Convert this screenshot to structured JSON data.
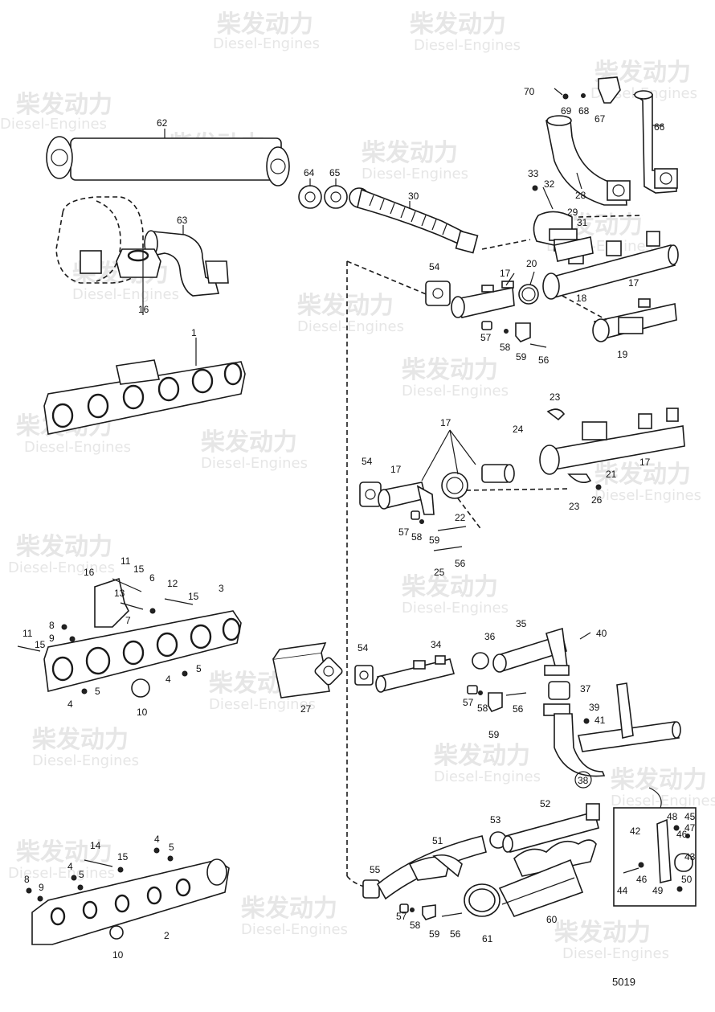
{
  "watermark": {
    "cn": "柴发动力",
    "en": "Diesel-Engines"
  },
  "reference_number": "5019",
  "callouts": {
    "c62": "62",
    "c63": "63",
    "c64": "64",
    "c65": "65",
    "c30": "30",
    "c70": "70",
    "c69": "69",
    "c68": "68",
    "c67": "67",
    "c66": "66",
    "c33": "33",
    "c32": "32",
    "c28": "28",
    "c29": "29",
    "c31": "31",
    "c16a": "16",
    "c1": "1",
    "c54a": "54",
    "c17a": "17",
    "c20": "20",
    "c18": "18",
    "c17b": "17",
    "c57a": "57",
    "c58a": "58",
    "c59a": "59",
    "c56a": "56",
    "c19": "19",
    "c23a": "23",
    "c17c": "17",
    "c24": "24",
    "c54b": "54",
    "c17d": "17",
    "c21": "21",
    "c17e": "17",
    "c22": "22",
    "c23b": "23",
    "c26": "26",
    "c57b": "57",
    "c58b": "58",
    "c59b": "59",
    "c25": "25",
    "c56b": "56",
    "c11a": "11",
    "c15a": "15",
    "c6": "6",
    "c16b": "16",
    "c12": "12",
    "c3": "3",
    "c13": "13",
    "c15b": "15",
    "c8a": "8",
    "c9a": "9",
    "c7": "7",
    "c11b": "11",
    "c15c": "15",
    "c5a": "5",
    "c4a": "4",
    "c5b": "5",
    "c4b": "4",
    "c10a": "10",
    "c54c": "54",
    "c34": "34",
    "c36": "36",
    "c35": "35",
    "c40": "40",
    "c27": "27",
    "c57c": "57",
    "c58c": "58",
    "c56c": "56",
    "c59c": "59",
    "c37": "37",
    "c39": "39",
    "c41": "41",
    "c38": "38",
    "c52": "52",
    "c53": "53",
    "c51": "51",
    "c55": "55",
    "c57d": "57",
    "c58d": "58",
    "c59d": "59",
    "c56d": "56",
    "c61": "61",
    "c60": "60",
    "c42": "42",
    "c48": "48",
    "c45": "45",
    "c47": "47",
    "c46a": "46",
    "c43": "43",
    "c44": "44",
    "c46b": "46",
    "c49": "49",
    "c50": "50",
    "c14": "14",
    "c15d": "15",
    "c4c": "4",
    "c5c": "5",
    "c4d": "4",
    "c5d": "5",
    "c8b": "8",
    "c9b": "9",
    "c2": "2",
    "c10b": "10"
  }
}
